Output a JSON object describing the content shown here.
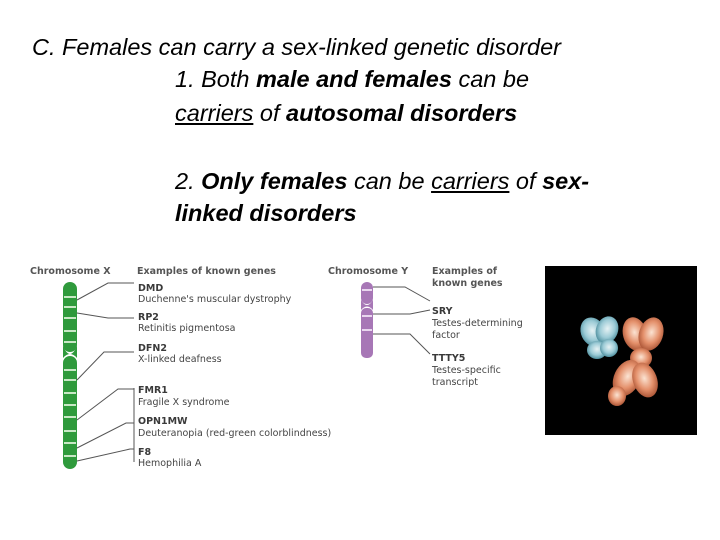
{
  "slide": {
    "heading": "C. Females can carry a sex-linked genetic disorder",
    "point1": {
      "s1": "1. Both ",
      "s2": "male and females",
      "s3": " can be",
      "s4": "carriers",
      "s5": " of ",
      "s6": "autosomal disorders"
    },
    "point2": {
      "s1": "2. ",
      "s2": "Only females",
      "s3": " can be ",
      "s4": "carriers",
      "s5": " of ",
      "s6": "sex-",
      "s7": "linked disorders"
    }
  },
  "chromosome_x": {
    "title": "Chromosome X",
    "genes_header": "Examples of known genes",
    "genes": [
      {
        "symbol": "DMD",
        "description": "Duchenne's muscular dystrophy"
      },
      {
        "symbol": "RP2",
        "description": "Retinitis pigmentosa"
      },
      {
        "symbol": "DFN2",
        "description": "X-linked deafness"
      },
      {
        "symbol": "FMR1",
        "description": "Fragile X syndrome"
      },
      {
        "symbol": "OPN1MW",
        "description": "Deuteranopia (red-green colorblindness)"
      },
      {
        "symbol": "F8",
        "description": "Hemophilia A"
      }
    ],
    "color": "#2f9a3c"
  },
  "chromosome_y": {
    "title": "Chromosome Y",
    "genes_header_1": "Examples of",
    "genes_header_2": "known genes",
    "genes": [
      {
        "symbol": "SRY",
        "description_1": "Testes-determining",
        "description_2": "factor"
      },
      {
        "symbol": "TTTY5",
        "description_1": "Testes-specific",
        "description_2": "transcript"
      }
    ],
    "color": "#a777b6"
  }
}
